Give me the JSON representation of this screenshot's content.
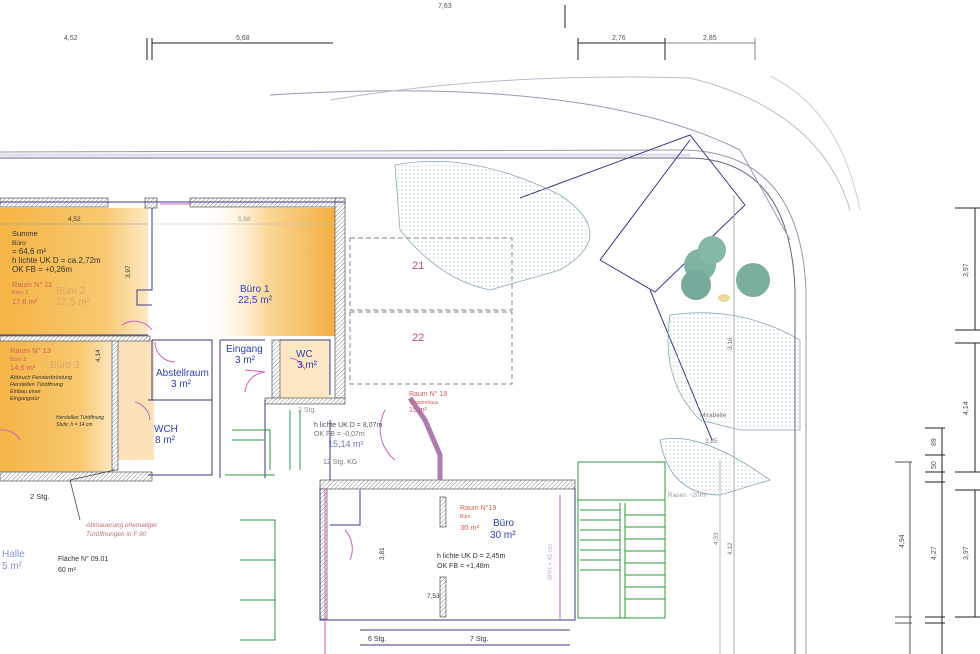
{
  "dimensions": {
    "top": [
      "7,63",
      "4,52",
      "5,68",
      "2,76",
      "2,85"
    ],
    "right": [
      "3,97",
      "4,14",
      "3,97",
      "89",
      "50",
      "4,27",
      "4,94"
    ],
    "inner": [
      "4,52",
      "5,68",
      "3,97",
      "4,14",
      "3,81",
      "7,53",
      "2,85",
      "3,16",
      "4,33",
      "4,12"
    ]
  },
  "rooms": {
    "summe": {
      "title": "Summe",
      "sub": "Büro",
      "area": "= 64,6 m²",
      "ukd": "h lichte UK D  =  ca.2,72m",
      "okfb": "OK FB      =    +0,26m"
    },
    "raum11": {
      "label": "Raum N° 11",
      "sub": "Büro 2",
      "area": "17,6 m²",
      "name": "Büro 2",
      "name_area": "17,5 m²"
    },
    "raum13": {
      "label": "Raum N° 13",
      "sub": "Büro 3",
      "area": "14,6 m²",
      "name": "Büro 3",
      "notes": [
        "Abbruch Fensterbrüstung",
        "Herstellen Türöffnung",
        "Einbau einer",
        "Eingangstür"
      ],
      "note2": [
        "Herstellen Türöffnung",
        "Stufe; h = 14 cm"
      ]
    },
    "buero1": {
      "name": "Büro 1",
      "area": "22,5 m²"
    },
    "eingang": {
      "name": "Eingang",
      "area": "3 m²"
    },
    "wc": {
      "name": "WC",
      "area": "3 m²"
    },
    "abstellraum": {
      "name": "Abstellraum",
      "area": "3 m²"
    },
    "wch": {
      "name": "WCH",
      "area": "8 m²"
    },
    "raum18": {
      "label": "Raum N° 18",
      "sub": "Treppenhaus",
      "area": "15 m²",
      "ukd": "h lichte UK D  =  8,07m",
      "okfb": "OK FB      =  -0,07m",
      "area2": "15,14 m²"
    },
    "raum19": {
      "label": "Raum N°19",
      "sub": "Büro",
      "area": "30 m²",
      "name": "Büro",
      "name_area": "30 m²",
      "ukd": "h lichte UK D  =  2,45m",
      "okfb": "OK FB      = +1,48m"
    },
    "flaeche": {
      "label": "Fläche N° 09.01",
      "area": "60 m²"
    },
    "halle": {
      "name": "Halle",
      "area": "5 m²"
    }
  },
  "parking": [
    "21",
    "22"
  ],
  "annotations": {
    "stairs_2": "2 Stg.",
    "stairs_2b": "2 Stg.",
    "stairs_12": "12 Stg. KG",
    "stairs_6": "6 Stg.",
    "stairs_7": "7 Stg.",
    "fire": [
      "Abmauerung ehemaliger",
      "Türöffnungen in F 90"
    ],
    "brh": "BRH = 45 cm",
    "tree": "Mirabelle",
    "lawn": "Rasen ~20m²"
  },
  "colors": {
    "orange": "#f5b445",
    "blue": "#2f3fbf",
    "pink": "#d060c0",
    "green": "#2c9a3c",
    "wall": "#3a3a8a"
  }
}
